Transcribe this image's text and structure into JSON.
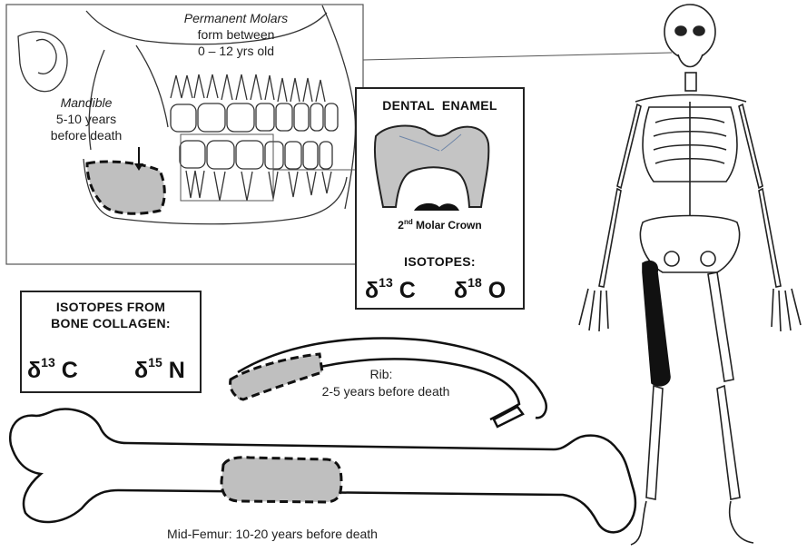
{
  "jaw": {
    "molars_title": "Permanent Molars",
    "molars_line1": "form between",
    "molars_line2": "0 – 12 yrs old",
    "mandible_title": "Mandible",
    "mandible_line1": "5-10 years",
    "mandible_line2": "before death"
  },
  "enamel": {
    "title": "DENTAL  ENAMEL",
    "crown_ordinal": "2",
    "crown_suffix": "nd",
    "crown_text": " Molar Crown",
    "isotopes_label": "ISOTOPES:",
    "iso1_symbol": "δ",
    "iso1_mass": "13",
    "iso1_element": " C",
    "iso2_symbol": "δ",
    "iso2_mass": "18",
    "iso2_element": " O"
  },
  "collagen": {
    "title_line1": "ISOTOPES FROM",
    "title_line2": "BONE COLLAGEN:",
    "iso1_symbol": "δ",
    "iso1_mass": "13",
    "iso1_element": " C",
    "iso2_symbol": "δ",
    "iso2_mass": "15",
    "iso2_element": " N"
  },
  "rib": {
    "title": "Rib:",
    "text": "2-5 years before death"
  },
  "femur": {
    "text": "Mid-Femur: 10-20 years before death"
  },
  "colors": {
    "sample_fill": "#bfbfbf",
    "outline": "#1a1a1a",
    "highlight_bone": "#111111"
  }
}
